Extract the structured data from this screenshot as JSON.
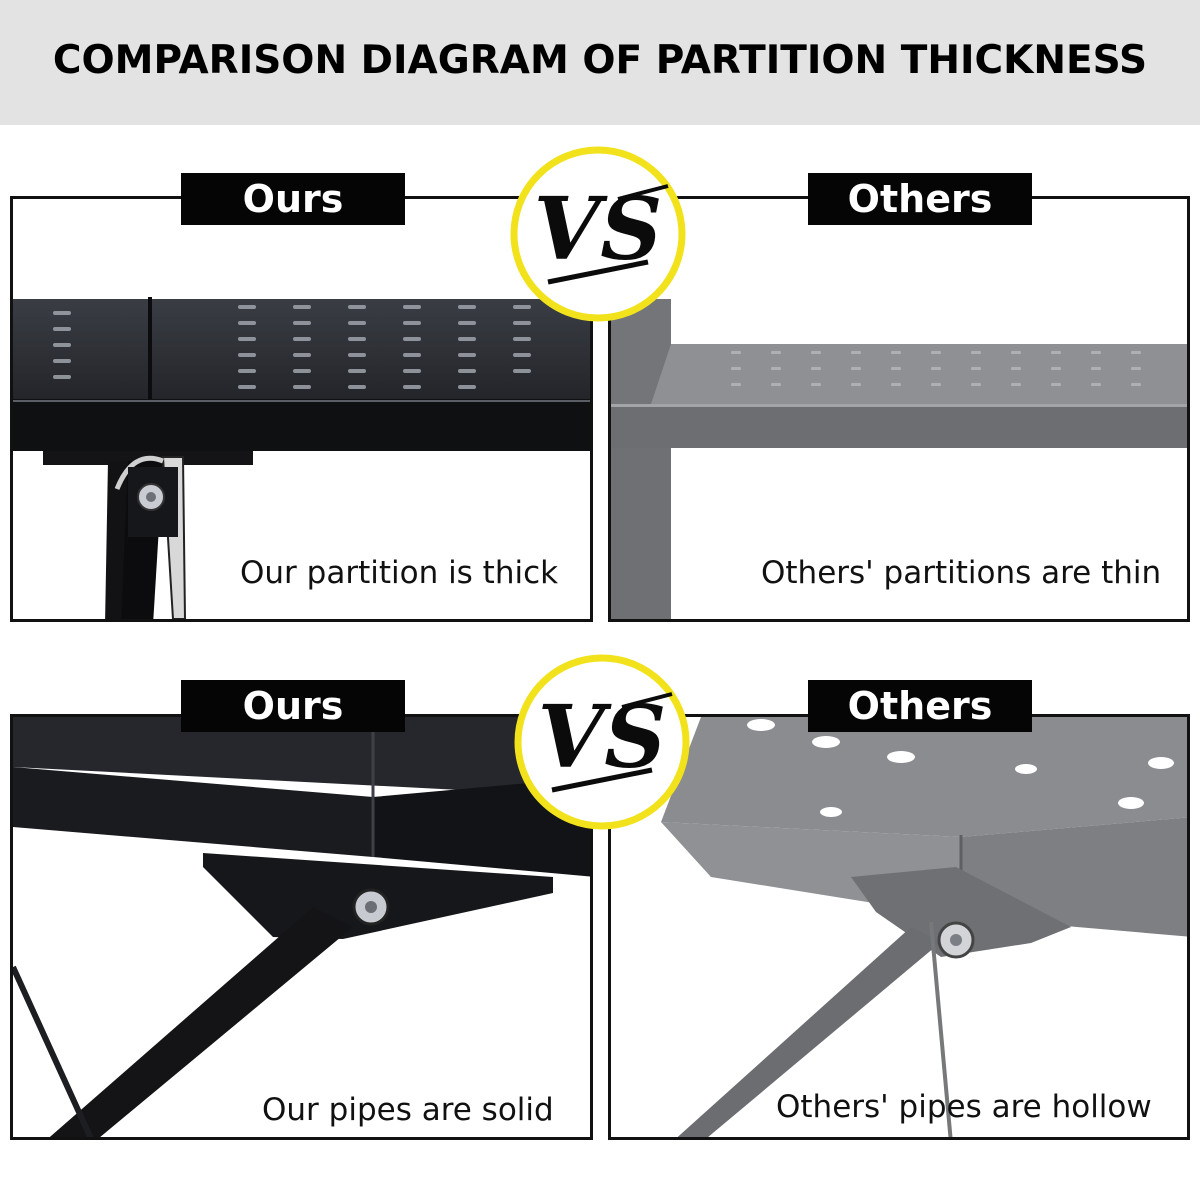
{
  "page": {
    "title": "COMPARISON DIAGRAM OF PARTITION THICKNESS"
  },
  "rows": [
    {
      "ours": {
        "tag": "Ours",
        "caption": "Our partition is thick"
      },
      "vs": "VS",
      "others": {
        "tag": "Others",
        "caption": "Others' partitions are thin"
      }
    },
    {
      "ours": {
        "tag": "Ours",
        "caption": "Our pipes are solid"
      },
      "vs": "VS",
      "others": {
        "tag": "Others",
        "caption": "Others' pipes are hollow"
      }
    }
  ],
  "colors": {
    "banner": "#e3e3e3",
    "vs_ring": "#f2e21c",
    "ours_metal": "#1c1e23",
    "others_metal": "#7c7e82"
  }
}
